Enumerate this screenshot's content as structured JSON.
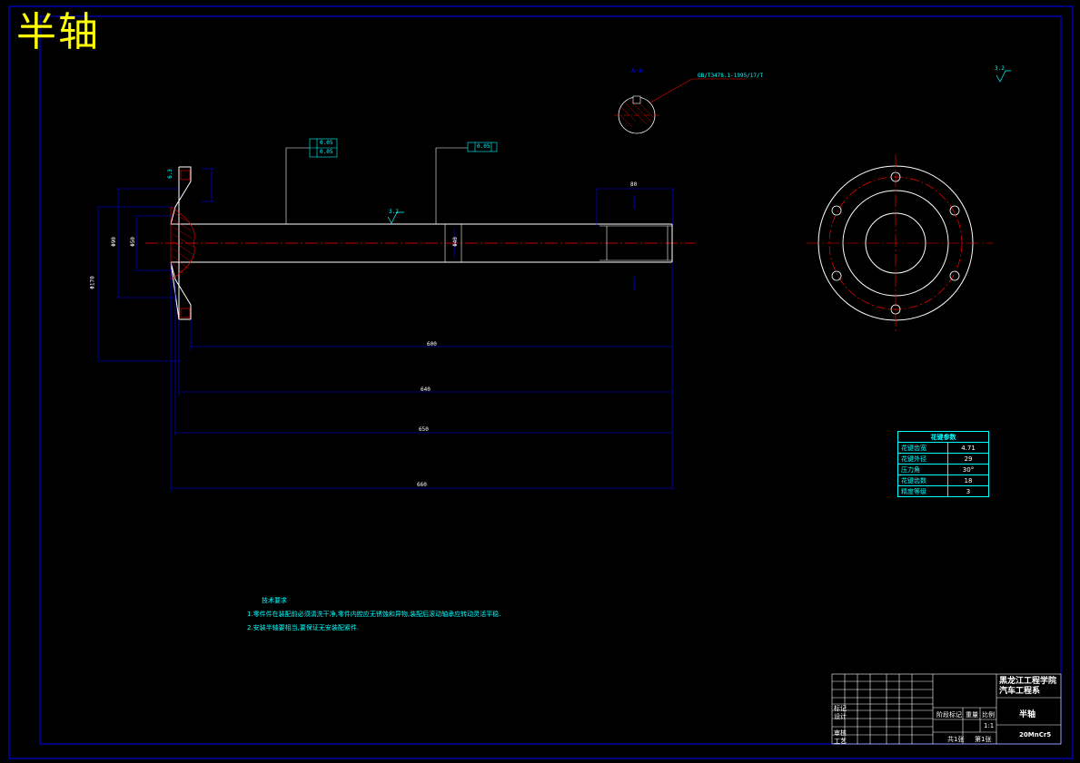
{
  "drawing_title": "半轴",
  "dimensions": {
    "shaft_len_1": "600",
    "shaft_len_2": "640",
    "shaft_len_3": "650",
    "shaft_len_4": "660",
    "flange_dia": "Φ170",
    "hub_dia": "Φ90",
    "bore_dia": "Φ50",
    "shaft_dia": "Φ40",
    "spline_len": "80"
  },
  "section_label": "A-A",
  "section_callout": "GB/T3478.1-1995/17/T",
  "roughness_top": "3.2",
  "roughness_mid": "3.2",
  "roughness_flange": "6.3",
  "tolerance_1": "0.05",
  "tolerance_2": "0.05",
  "tolerance_3": "0.05",
  "tech_notes": {
    "heading": "技术要求",
    "line1": "1.零件件在装配前必须清洗干净,零件内腔应无锈蚀和异物,装配后滚动轴承应转动灵活平稳.",
    "line2": "2.安装半轴要相当,要保证无安装配紧件."
  },
  "params_table": {
    "header": "花键参数",
    "rows": [
      {
        "label": "花键齿宽",
        "value": "4.71"
      },
      {
        "label": "花键外径",
        "value": "29"
      },
      {
        "label": "压力角",
        "value": "30°"
      },
      {
        "label": "花键齿数",
        "value": "18"
      },
      {
        "label": "精度等级",
        "value": "3"
      }
    ]
  },
  "title_block": {
    "school": "黑龙江工程学院汽车工程系",
    "part_name": "半轴",
    "material": "20MnCr5",
    "scale_label": "比例",
    "scale": "1:1",
    "weight_label": "重量",
    "stage_label": "阶段标记",
    "sheets_total": "共1张",
    "sheet_no": "第1张",
    "mark": "标记",
    "design": "设计",
    "review": "审核",
    "process": "工艺"
  },
  "colors": {
    "frame": "#0000ff",
    "part_lines": "#ffffff",
    "center_line": "#ff0000",
    "dim_lines": "#0000ff",
    "annotations": "#00ffff",
    "title_text": "#ffff00"
  }
}
